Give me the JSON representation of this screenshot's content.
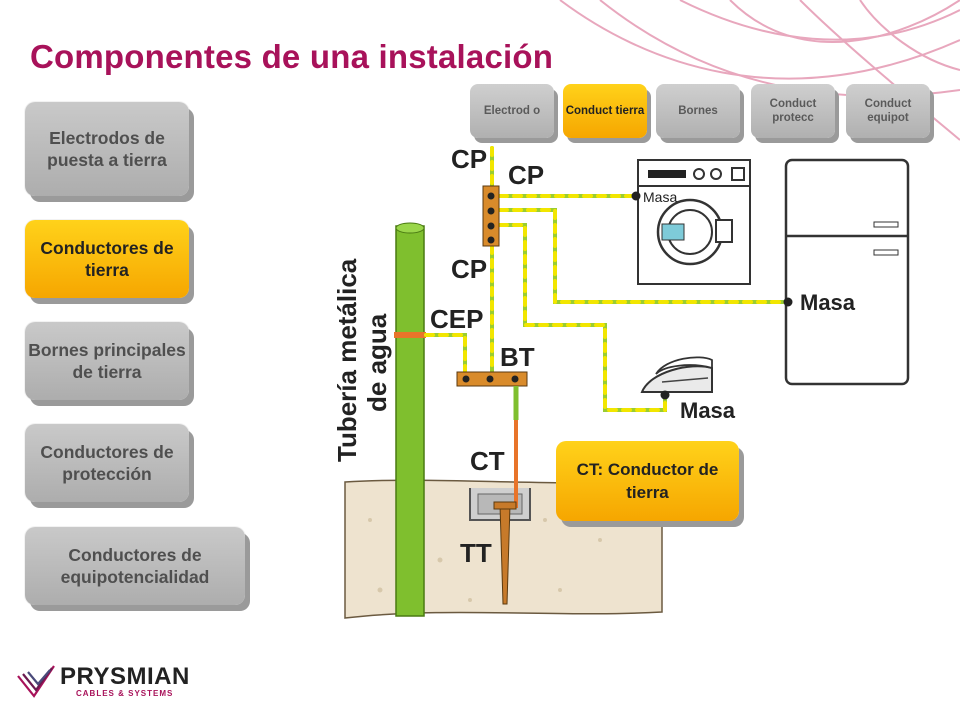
{
  "page": {
    "title": "Componentes de una instalación"
  },
  "sidebar": {
    "items": [
      {
        "label": "Electrodos de puesta a tierra",
        "active": false
      },
      {
        "label": "Conductores de tierra",
        "active": true
      },
      {
        "label": "Bornes principales de tierra",
        "active": false
      },
      {
        "label": "Conductores de protección",
        "active": false
      },
      {
        "label": "Conductores de equipotencialidad",
        "active": false
      }
    ]
  },
  "topnav": {
    "items": [
      {
        "label": "Electrod o",
        "active": false
      },
      {
        "label": "Conduct tierra",
        "active": true
      },
      {
        "label": "Bornes",
        "active": false
      },
      {
        "label": "Conduct protecc",
        "active": false
      },
      {
        "label": "Conduct equipot",
        "active": false
      }
    ]
  },
  "diagram": {
    "pipe_label_line1": "Tubería metálica",
    "pipe_label_line2": "de agua",
    "cp_top": "CP",
    "cp_right": "CP",
    "cp_mid": "CP",
    "cep": "CEP",
    "bt": "BT",
    "ct": "CT",
    "tt": "TT",
    "masa_washer": "Masa",
    "masa_fridge": "Masa",
    "masa_iron": "Masa"
  },
  "callout": {
    "label": "CT: Conductor de tierra"
  },
  "brand": {
    "name": "PRYSMIAN",
    "tagline": "CABLES & SYSTEMS"
  },
  "colors": {
    "title": "#a8125a",
    "active": "#f6b400",
    "inactive": "#b8b8b8",
    "ground_wire": "#e8742a",
    "protective_wire": "#9acd32"
  }
}
